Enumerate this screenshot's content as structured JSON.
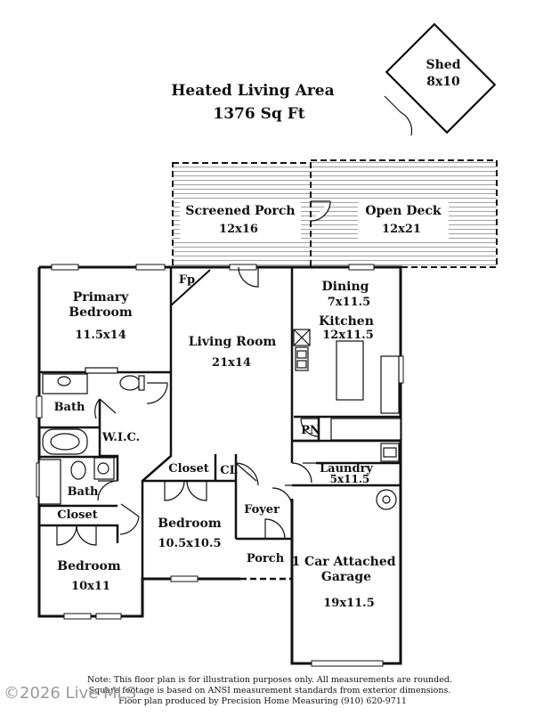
{
  "header": {
    "title": "Heated Living Area",
    "area": "1376 Sq Ft"
  },
  "rooms": {
    "shed": {
      "name": "Shed",
      "size": "8x10"
    },
    "screened_porch": {
      "name": "Screened Porch",
      "size": "12x16"
    },
    "open_deck": {
      "name": "Open Deck",
      "size": "12x21"
    },
    "primary_bedroom": {
      "name_line1": "Primary",
      "name_line2": "Bedroom",
      "size": "11.5x14"
    },
    "fireplace": {
      "name": "Fp"
    },
    "living_room": {
      "name": "Living Room",
      "size": "21x14"
    },
    "dining": {
      "name": "Dining",
      "size": "7x11.5"
    },
    "kitchen": {
      "name": "Kitchen",
      "size": "12x11.5"
    },
    "primary_bath": {
      "name": "Bath"
    },
    "wic": {
      "name": "W.I.C."
    },
    "pantry": {
      "name": "PN"
    },
    "closet_mid": {
      "name": "Closet"
    },
    "coat_closet": {
      "name": "CL"
    },
    "laundry": {
      "name": "Laundry",
      "size": "5x11.5"
    },
    "bath2": {
      "name": "Bath"
    },
    "closet_left": {
      "name": "Closet"
    },
    "bedroom_mid": {
      "name": "Bedroom",
      "size": "10.5x10.5"
    },
    "foyer": {
      "name": "Foyer"
    },
    "garage": {
      "name_line1": "1 Car Attached",
      "name_line2": "Garage",
      "size": "19x11.5"
    },
    "front_porch": {
      "name": "Porch"
    },
    "bedroom_left": {
      "name": "Bedroom",
      "size": "10x11"
    }
  },
  "footer": {
    "note_line1": "Note: This floor plan is for illustration purposes only. All measurements are rounded.",
    "note_line2": "Square footage is based on ANSI measurement standards from exterior dimensions.",
    "note_line3": "Floor plan produced by Precision Home Measuring (910) 620-9711"
  },
  "watermark": "©2026 Live MLS",
  "colors": {
    "wall": "#111111",
    "deck_lines": "#777777",
    "background": "#ffffff"
  }
}
